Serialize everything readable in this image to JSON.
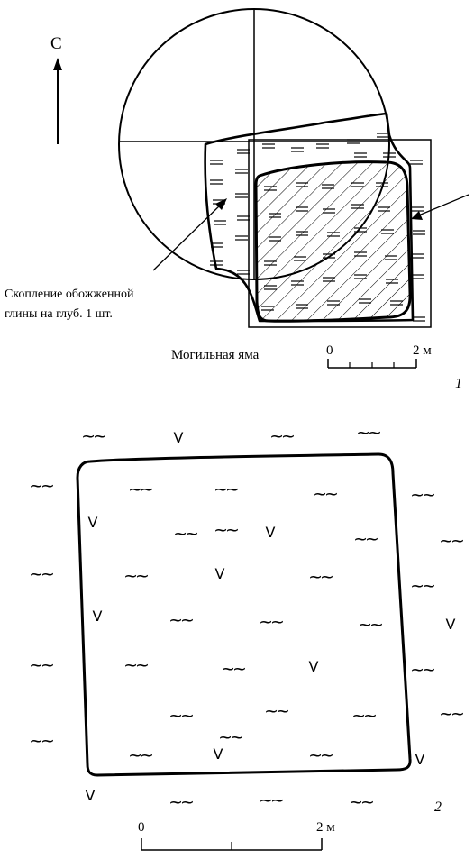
{
  "figure1": {
    "north_label": "С",
    "label_pit": "Могильная яма",
    "caption_line1": "Скопление обожженной",
    "caption_line2": "глины на глуб. 1 шт.",
    "scale_start": "0",
    "scale_end": "2 м",
    "number": "1"
  },
  "figure2": {
    "scale_start": "0",
    "scale_end": "2 м",
    "number": "2"
  },
  "symbols": {
    "clay": "=",
    "wave": "~",
    "check": "V"
  }
}
